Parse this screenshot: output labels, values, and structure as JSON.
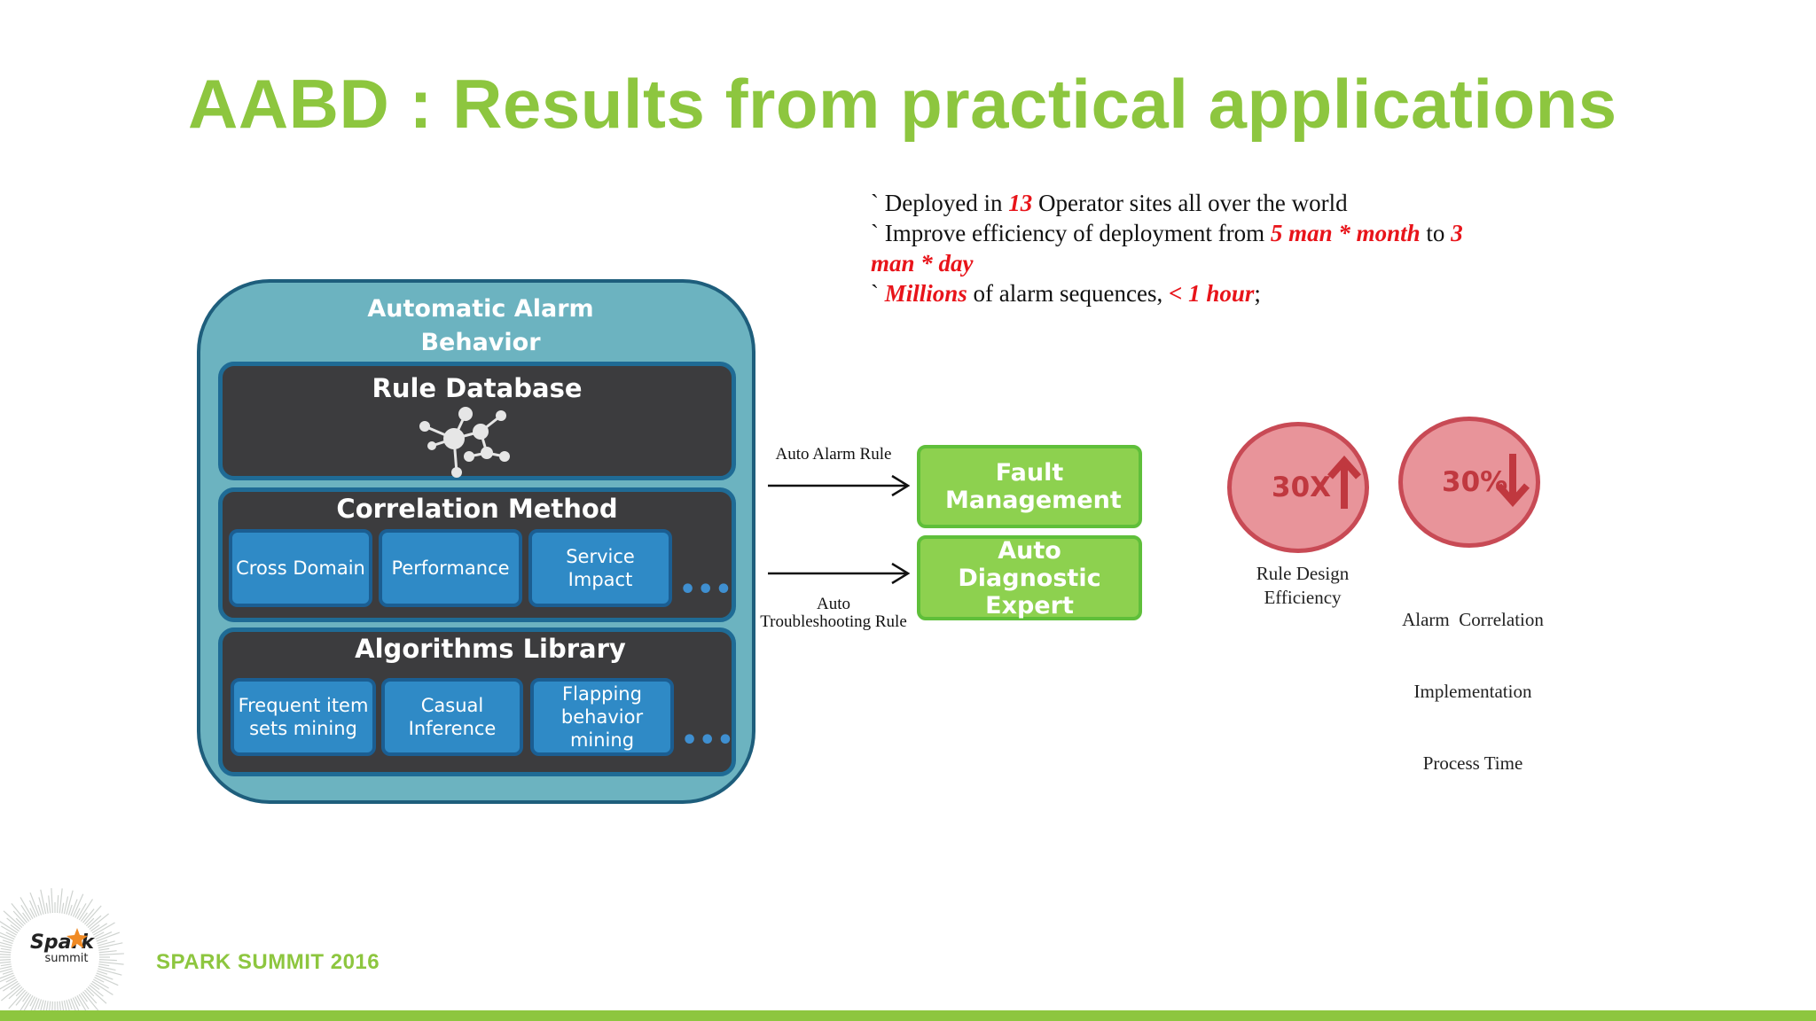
{
  "slide": {
    "title": "AABD : Results from practical applications"
  },
  "bullets": [
    {
      "mark": "`",
      "pre": " Deployed in ",
      "hl": "13",
      "post": " Operator sites all over the world"
    },
    {
      "mark": "`",
      "pre": " Improve efficiency of deployment from ",
      "hl": "5 man * month",
      "mid": " to ",
      "hl2": "3 man * day"
    },
    {
      "mark": "`",
      "hl": " Millions",
      "mid": " of alarm sequences, ",
      "hl2": "< 1 hour",
      "post": ";"
    }
  ],
  "diagram": {
    "outer_title": "Automatic Alarm Behavior Discovery",
    "rule_database": {
      "title": "Rule Database",
      "icon": "network-graph-icon"
    },
    "correlation_method": {
      "title": "Correlation Method",
      "items": [
        "Cross Domain",
        "Performance",
        "Service Impact"
      ],
      "more": "•••"
    },
    "algorithms_library": {
      "title": "Algorithms Library",
      "items": [
        "Frequent item sets mining",
        "Casual Inference",
        "Flapping behavior mining"
      ],
      "more": "•••"
    },
    "arrows": [
      {
        "label": "Auto Alarm Rule"
      },
      {
        "label_line1": "Auto",
        "label_line2": "Troubleshooting Rule"
      }
    ],
    "targets": [
      "Fault Management",
      "Auto Diagnostic Expert"
    ]
  },
  "metrics": [
    {
      "value": "30X",
      "direction": "up",
      "label_lines": [
        "Rule Design",
        "Efficiency"
      ]
    },
    {
      "value": "30%",
      "direction": "down",
      "label_lines": [
        "Alarm  Correlation",
        "Implementation",
        "Process Time"
      ]
    }
  ],
  "footer": {
    "logo_line1": "Spark",
    "logo_line2": "summit",
    "text": "SPARK SUMMIT 2016"
  },
  "colors": {
    "brand_green": "#8dc63f",
    "highlight_red": "#e8141a",
    "diagram_teal": "#6cb3c0",
    "panel_dark": "#3c3c3e",
    "chip_blue": "#2f8ac6",
    "target_green": "#8dd14f",
    "metric_pink": "#e8949a"
  }
}
